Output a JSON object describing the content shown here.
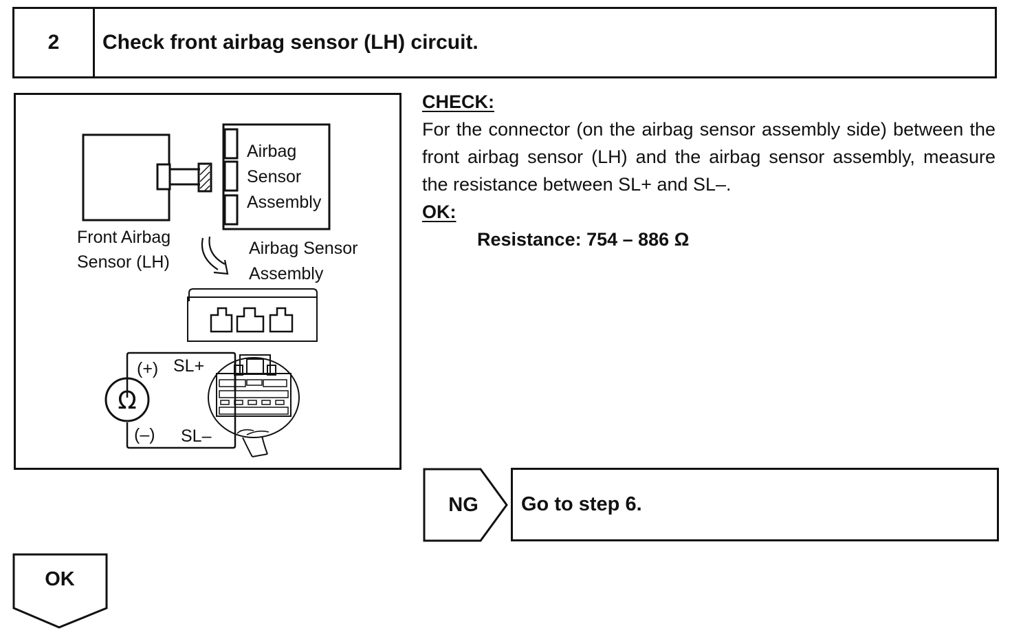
{
  "step": {
    "number": "2",
    "title": "Check front airbag sensor (LH) circuit."
  },
  "figure": {
    "labels": {
      "airbag_sensor_line1": "Airbag",
      "airbag_sensor_line2": "Sensor",
      "airbag_sensor_line3": "Assembly",
      "front_sensor_line1": "Front Airbag",
      "front_sensor_line2": "Sensor (LH)",
      "assembly_line1": "Airbag Sensor",
      "assembly_line2": "Assembly",
      "plus": "(+)",
      "minus": "(–)",
      "sl_plus": "SL+",
      "sl_minus": "SL–",
      "ohm": "Ω"
    },
    "icons": [
      "ohmmeter-icon",
      "connector-icon",
      "arrow-icon"
    ]
  },
  "check": {
    "heading": "CHECK:",
    "body": "For the connector (on the airbag sensor assembly side) between the front airbag sensor (LH) and the airbag sensor assembly, measure the resistance between SL+ and SL–.",
    "ok_heading": "OK:",
    "resistance": "Resistance: 754 – 886 Ω"
  },
  "ng": {
    "label": "NG",
    "action": "Go to step 6."
  },
  "ok": {
    "label": "OK"
  }
}
